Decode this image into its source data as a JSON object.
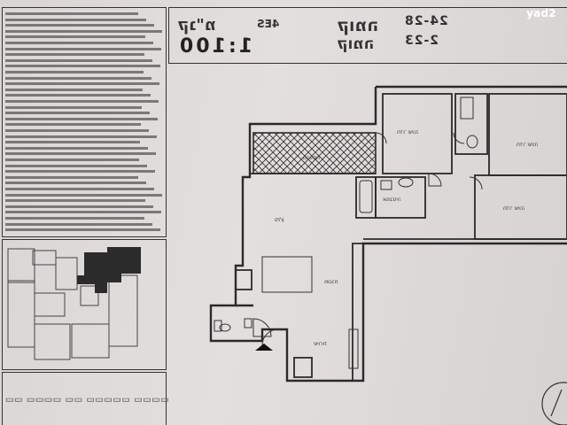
{
  "header": {
    "scale": "1:100",
    "scale_label": "קנ\"מ",
    "level": "4ES",
    "floor_label": "קומה",
    "floor_numbers": "24-28",
    "floor_label2": "קומה",
    "floor_numbers2": "2-23"
  },
  "rooms": {
    "master": "חדר שינה",
    "bedroom_right": "חדר שינה",
    "bedroom_small": "חדר שינה",
    "living": "סלון",
    "kitchen": "מטבח",
    "balcony": "מרפסת",
    "bath": "אמבטיה",
    "service": "שירות"
  },
  "watermark": {
    "logo_text": "yad2"
  }
}
